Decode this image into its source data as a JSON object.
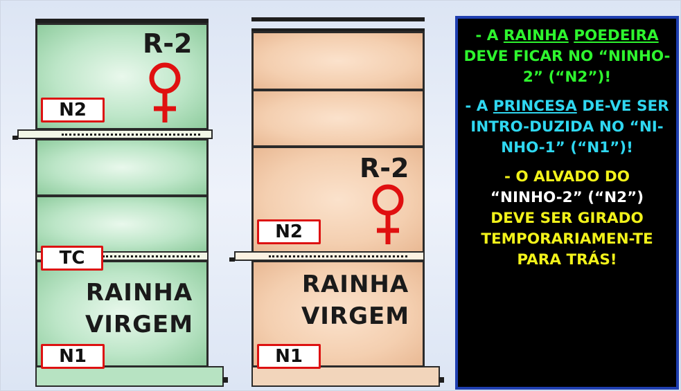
{
  "left_hive": {
    "queen_code": "R-2",
    "female_symbol": "♀",
    "upper_box_label": "N2",
    "divider_label": "TC",
    "lower_text_line1": "RAINHA",
    "lower_text_line2": "VIRGEM",
    "lower_box_label": "N1"
  },
  "right_hive": {
    "queen_code": "R-2",
    "female_symbol": "♀",
    "upper_box_label": "N2",
    "lower_text_line1": "RAINHA",
    "lower_text_line2": "VIRGEM",
    "lower_box_label": "N1"
  },
  "panel": {
    "block1": {
      "pre": "- A ",
      "u1": "RAINHA",
      "mid_space": " ",
      "u2": "POEDEIRA",
      "post": " DEVE FICAR NO “NINHO-2” (“N2”)!"
    },
    "block2": {
      "pre": "- A ",
      "u1": "PRINCESA",
      "post": " DE-VE SER INTRO-DUZIDA NO “NI-NHO-1” (“N1”)!"
    },
    "block3": {
      "lead": "- O ALVADO DO",
      "quoted": "“NINHO-2” (“N2”)",
      "rest": "DEVE SER GIRADO TEMPORARIAMEN-TE PARA TRÁS!"
    }
  },
  "colors": {
    "panel_background": "#000000",
    "panel_border": "#1f3fb0",
    "block1_text": "#2ef52e",
    "block2_text": "#2fd7f0",
    "block3_text": "#f2f21a",
    "label_border": "#dd1111",
    "female_symbol": "#e01010",
    "left_hive_fill": "#bde6c8",
    "right_hive_fill": "#f4cfb0"
  }
}
